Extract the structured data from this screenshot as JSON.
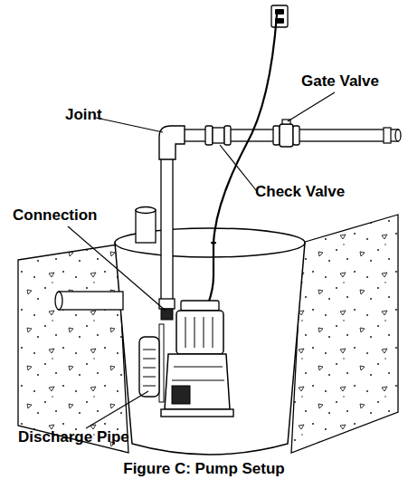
{
  "diagram": {
    "caption": "Figure C: Pump Setup",
    "labels": [
      "Joint",
      "Gate Valve",
      "Check Valve",
      "Connection",
      "Discharge Pipe"
    ]
  }
}
